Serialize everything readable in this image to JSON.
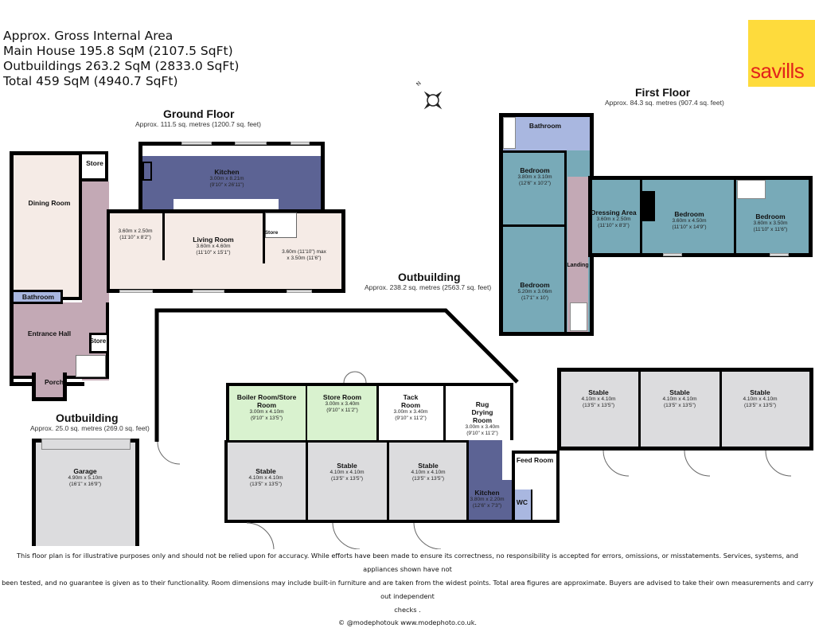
{
  "summary": {
    "title": "Approx. Gross Internal Area",
    "main_house": "Main House 195.8 SqM (2107.5 SqFt)",
    "outbuildings": "Outbuildings 263.2 SqM (2833.0 SqFt)",
    "total": "Total 459 SqM (4940.7 SqFt)"
  },
  "brand": {
    "name": "savills",
    "bg_color": "#fedb3c",
    "text_color": "#e2231a"
  },
  "compass": {
    "label": "N"
  },
  "ground_floor": {
    "title": "Ground Floor",
    "area": "Approx. 111.5 sq. metres (1200.7 sq. feet)",
    "rooms": {
      "kitchen": {
        "name": "Kitchen",
        "dim_m": "3.00m x 8.21m",
        "dim_ft": "(9'10\" x 26'11\")"
      },
      "dining": {
        "name": "Dining Room"
      },
      "store_top": {
        "name": "Store"
      },
      "room_a": {
        "dim_m": "3.60m x 2.50m",
        "dim_ft": "(11'10\" x 8'2\")"
      },
      "living": {
        "name": "Living Room",
        "dim_m": "3.60m x 4.60m",
        "dim_ft": "(11'10\" x 15'1\")"
      },
      "store_stairs": {
        "name": "Store"
      },
      "room_b": {
        "dim_m": "3.60m (11'10\") max",
        "dim_ft": "x 3.50m (11'6\")"
      },
      "bathroom": {
        "name": "Bathroom"
      },
      "entrance": {
        "name": "Entrance Hall"
      },
      "store_hall": {
        "name": "Store"
      },
      "porch": {
        "name": "Porch"
      }
    }
  },
  "first_floor": {
    "title": "First Floor",
    "area": "Approx. 84.3 sq. metres (907.4 sq. feet)",
    "rooms": {
      "bathroom": {
        "name": "Bathroom"
      },
      "bedroom1": {
        "name": "Bedroom",
        "dim_m": "3.80m x 3.10m",
        "dim_ft": "(12'6\" x 10'2\")"
      },
      "bedroom2": {
        "name": "Bedroom",
        "dim_m": "5.20m x 3.06m",
        "dim_ft": "(17'1\" x 10')"
      },
      "landing": {
        "name": "Landing"
      },
      "dressing": {
        "name": "Dressing Area",
        "dim_m": "3.60m x 2.50m",
        "dim_ft": "(11'10\" x 8'3\")"
      },
      "bedroom3": {
        "name": "Bedroom",
        "dim_m": "3.60m x 4.50m",
        "dim_ft": "(11'10\" x 14'9\")"
      },
      "bedroom4": {
        "name": "Bedroom",
        "dim_m": "3.60m x 3.50m",
        "dim_ft": "(11'10\" x 11'6\")"
      }
    }
  },
  "outbuilding_main": {
    "title": "Outbuilding",
    "area": "Approx. 238.2 sq. metres (2563.7 sq. feet)",
    "rooms": {
      "boiler": {
        "name": "Boiler Room/Store Room",
        "dim_m": "3.00m x 4.10m",
        "dim_ft": "(9'10\" x 13'5\")"
      },
      "store": {
        "name": "Store Room",
        "dim_m": "3.00m x 3.40m",
        "dim_ft": "(9'10\" x 11'2\")"
      },
      "tack": {
        "name": "Tack Room",
        "dim_m": "3.00m x 3.40m",
        "dim_ft": "(9'10\" x 11'2\")"
      },
      "rug": {
        "name": "Rug Drying Room",
        "dim_m": "3.00m x 3.40m",
        "dim_ft": "(9'10\" x 11'2\")"
      },
      "stable1": {
        "name": "Stable",
        "dim_m": "4.10m x 4.10m",
        "dim_ft": "(13'5\" x 13'5\")"
      },
      "stable2": {
        "name": "Stable",
        "dim_m": "4.10m x 4.10m",
        "dim_ft": "(13'5\" x 13'5\")"
      },
      "stable3": {
        "name": "Stable",
        "dim_m": "4.10m x 4.10m",
        "dim_ft": "(13'5\" x 13'5\")"
      },
      "kitchen": {
        "name": "Kitchen",
        "dim_m": "3.80m x 2.20m",
        "dim_ft": "(12'6\" x 7'3\")"
      },
      "feed": {
        "name": "Feed Room"
      },
      "wc": {
        "name": "WC"
      },
      "stable4": {
        "name": "Stable",
        "dim_m": "4.10m x 4.10m",
        "dim_ft": "(13'5\" x 13'5\")"
      },
      "stable5": {
        "name": "Stable",
        "dim_m": "4.10m x 4.10m",
        "dim_ft": "(13'5\" x 13'5\")"
      },
      "stable6": {
        "name": "Stable",
        "dim_m": "4.10m x 4.10m",
        "dim_ft": "(13'5\" x 13'5\")"
      }
    }
  },
  "outbuilding_garage": {
    "title": "Outbuilding",
    "area": "Approx. 25.0 sq. metres (269.0 sq. feet)",
    "rooms": {
      "garage": {
        "name": "Garage",
        "dim_m": "4.90m x 5.10m",
        "dim_ft": "(16'1\" x 16'9\")"
      }
    }
  },
  "colors": {
    "kitchen": "#5c6394",
    "living": "#f5ebe6",
    "hall": "#c3a9b5",
    "bathroom": "#a9b7e0",
    "bedroom": "#78aab8",
    "green": "#d9f2cf",
    "stable": "#dcdcde"
  },
  "footer": {
    "line1": "This floor plan is for illustrative purposes only and should not be relied upon for accuracy. While efforts have been made to ensure its correctness, no responsibility is accepted for errors, omissions, or misstatements. Services, systems, and appliances shown have not",
    "line2": "been tested, and no guarantee is given as to their functionality. Room dimensions may include built-in furniture and are taken from the widest points. Total area figures are approximate. Buyers are advised to take their own measurements and carry out independent",
    "line3": "checks .",
    "credit": "© @modephotouk www.modephoto.co.uk."
  }
}
